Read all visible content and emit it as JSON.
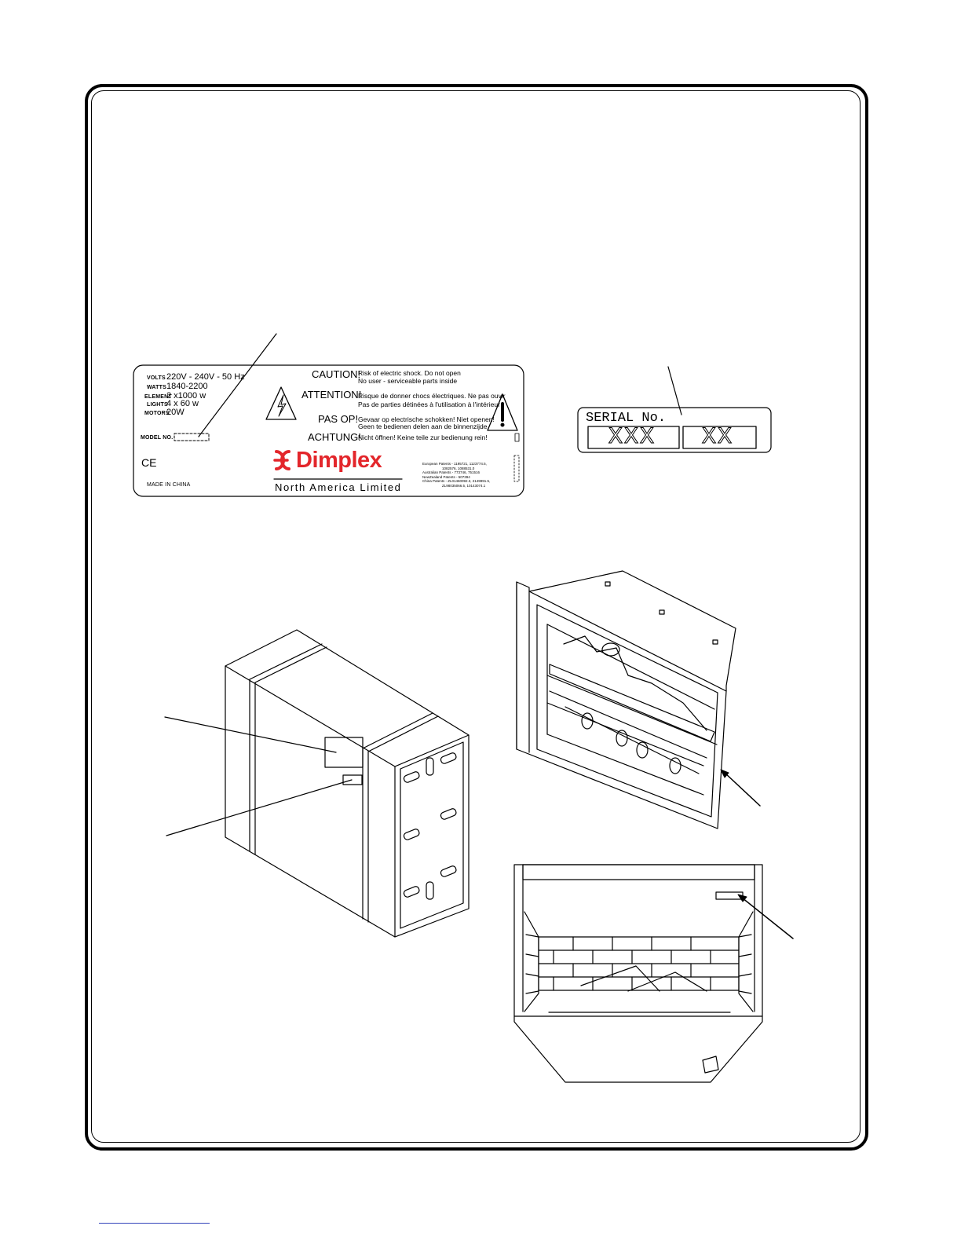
{
  "rating_label": {
    "volts_label": "VOLTS",
    "volts_value": "220V - 240V - 50 Hz",
    "watts_label": "WATTS",
    "watts_value": "1840-2200",
    "element_label": "ELEMENT",
    "element_value": "2 x1000 w",
    "lights_label": "LIGHTS",
    "lights_value": "4 x 60 w",
    "motors_label": "MOTORS",
    "motors_value": "20W",
    "model_no_label": "MODEL NO.",
    "ce_mark": "CE",
    "made_in": "MADE IN CHINA",
    "brand": "Dimplex",
    "brand_sub": "North America Limited",
    "warnings": [
      {
        "heading": "CAUTION!",
        "text": [
          "Risk of electric shock. Do not open",
          "No user - serviceable parts inside"
        ]
      },
      {
        "heading": "ATTENTION!",
        "text": [
          "Risque de donner chocs électriques. Ne pas ouvir",
          "Pas de parties détinées à l'utilisation à l'intérieur"
        ]
      },
      {
        "heading": "PAS OP!",
        "text": [
          "Gevaar op electrische schokken! Niet openen!",
          "Geen te bedienen delen aan de binnenzijde"
        ]
      },
      {
        "heading": "ACHTUNG!",
        "text": [
          "Nicht öffnen! Keine teile zur bedienung rein!"
        ]
      }
    ],
    "patents": "European Patents - 1195721, 1123774.5,\n                    1082576, 1088531.0\nAustralian Patents - 773746, 751516\nNewZealand Patents - 507394\nChina Patents - ZL01460092.3, 2149991.5,\n                    ZL98035066.5, 10143074.1"
  },
  "serial_label": {
    "title": "SERIAL No.",
    "field_1": "XXX",
    "field_2": "XX"
  },
  "colors": {
    "brand_red": "#e3262b",
    "ink": "#000000",
    "footer_link": "#3344bb"
  }
}
